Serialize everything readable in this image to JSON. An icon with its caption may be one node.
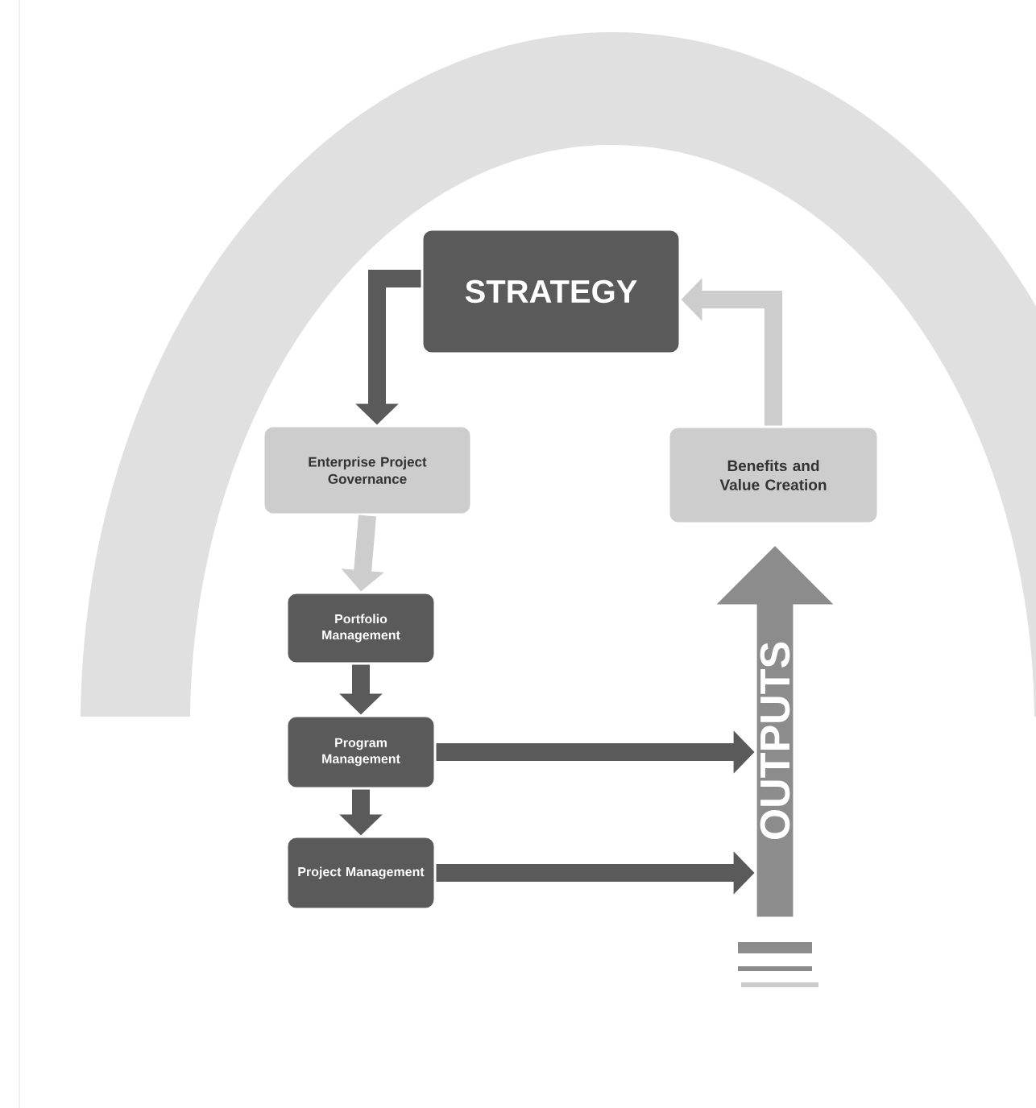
{
  "diagram": {
    "nodes": [
      {
        "text": [
          "STRATEGY"
        ]
      },
      {
        "text": [
          "Enterprise Project Governance"
        ]
      },
      {
        "text": [
          "Benefits and Value Creation"
        ]
      },
      {
        "text": [
          "Portfolio Management"
        ]
      },
      {
        "text": [
          "Program Management"
        ]
      },
      {
        "text": [
          "Project Management"
        ]
      },
      {
        "text": [
          "OUTPUTS"
        ]
      }
    ],
    "edges": [
      {
        "from": 0,
        "to": 1,
        "arrow": "to"
      },
      {
        "from": 2,
        "to": 0,
        "arrow": "to",
        "color": "#cdcdcd"
      },
      {
        "from": 1,
        "to": 3,
        "arrow": "to",
        "color": "#cdcdcd"
      },
      {
        "from": 3,
        "to": 4,
        "arrow": "to"
      },
      {
        "from": 4,
        "to": 5,
        "arrow": "to"
      },
      {
        "from": 4,
        "to": 6,
        "arrow": "to"
      },
      {
        "from": 5,
        "to": 6,
        "arrow": "to"
      }
    ]
  }
}
